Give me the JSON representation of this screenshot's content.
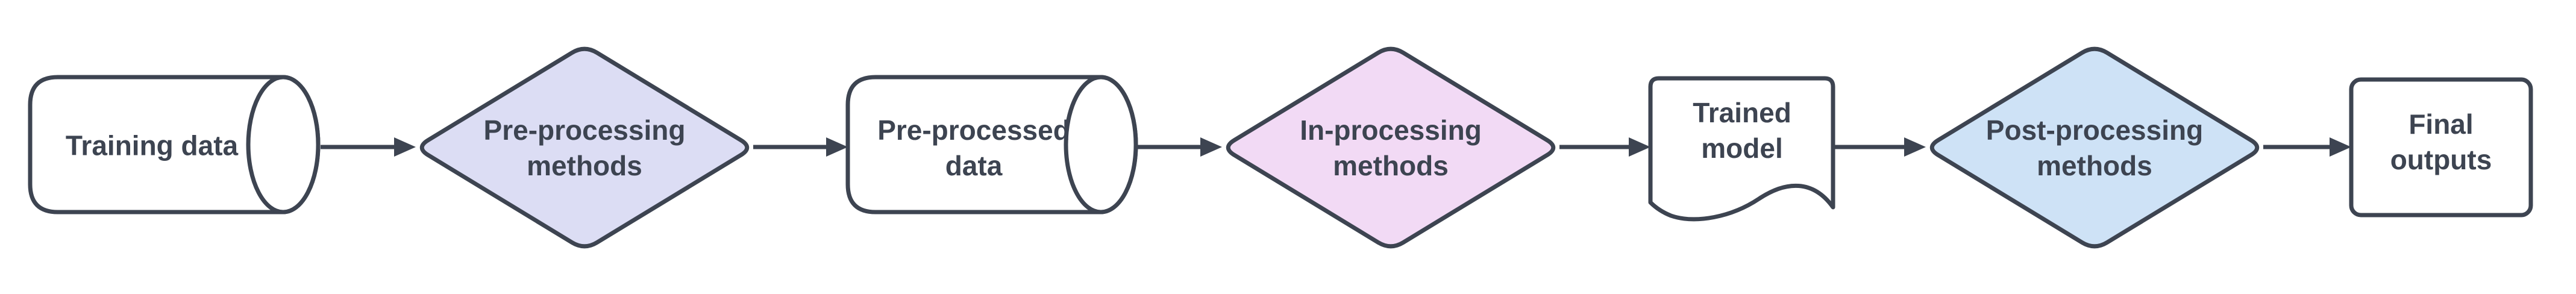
{
  "diagram": {
    "type": "flowchart",
    "direction": "left-to-right",
    "nodes": [
      {
        "label": "Training data",
        "shape": "cylinder",
        "fill": "#ffffff"
      },
      {
        "label": "Pre-processing\nmethods",
        "shape": "diamond",
        "fill": "#dcddf4"
      },
      {
        "label": "Pre-processed\ndata",
        "shape": "cylinder",
        "fill": "#ffffff"
      },
      {
        "label": "In-processing\nmethods",
        "shape": "diamond",
        "fill": "#f2daf5"
      },
      {
        "label": "Trained\nmodel",
        "shape": "document",
        "fill": "#ffffff"
      },
      {
        "label": "Post-processing\nmethods",
        "shape": "diamond",
        "fill": "#cee2f6"
      },
      {
        "label": "Final\noutputs",
        "shape": "rounded-rectangle",
        "fill": "#ffffff"
      }
    ],
    "edges": [
      {
        "from": "Training data",
        "to": "Pre-processing methods",
        "style": "arrow"
      },
      {
        "from": "Pre-processing methods",
        "to": "Pre-processed data",
        "style": "arrow"
      },
      {
        "from": "Pre-processed data",
        "to": "In-processing methods",
        "style": "arrow"
      },
      {
        "from": "In-processing methods",
        "to": "Trained model",
        "style": "arrow"
      },
      {
        "from": "Trained model",
        "to": "Post-processing methods",
        "style": "arrow"
      },
      {
        "from": "Post-processing methods",
        "to": "Final outputs",
        "style": "arrow"
      }
    ],
    "colors": {
      "stroke": "#3d4451",
      "text": "#3d4451",
      "background": "#ffffff",
      "diamond_lavender": "#dcddf4",
      "diamond_pink": "#f2daf5",
      "diamond_blue": "#cee2f6"
    }
  }
}
